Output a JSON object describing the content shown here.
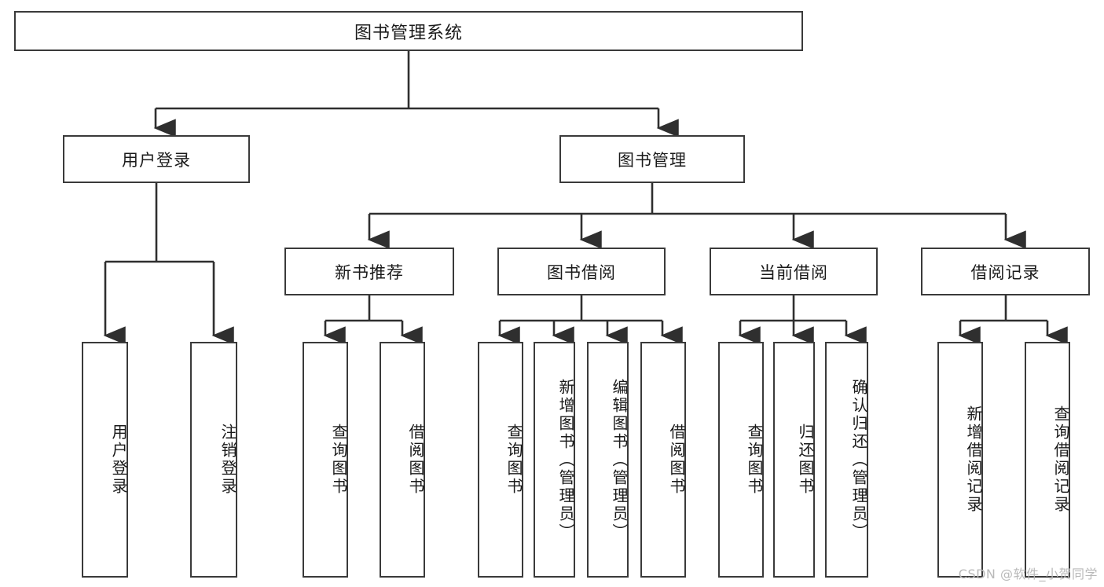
{
  "diagram": {
    "title": "图书管理系统",
    "type": "tree-hierarchy",
    "root": {
      "id": "root",
      "label": "图书管理系统"
    },
    "level2": [
      {
        "id": "user-login",
        "label": "用户登录"
      },
      {
        "id": "book-management",
        "label": "图书管理"
      }
    ],
    "level3": [
      {
        "id": "new-book-recommend",
        "label": "新书推荐",
        "parent": "book-management"
      },
      {
        "id": "book-borrow",
        "label": "图书借阅",
        "parent": "book-management"
      },
      {
        "id": "current-borrow",
        "label": "当前借阅",
        "parent": "book-management"
      },
      {
        "id": "borrow-record",
        "label": "借阅记录",
        "parent": "book-management"
      }
    ],
    "leaves": {
      "user_login": [
        {
          "id": "leaf-user-login",
          "label": "用户登录"
        },
        {
          "id": "leaf-user-logout",
          "label": "注销登录"
        }
      ],
      "new_book_recommend": [
        {
          "id": "leaf-query-book-1",
          "label": "查询图书"
        },
        {
          "id": "leaf-borrow-book-1",
          "label": "借阅图书"
        }
      ],
      "book_borrow": [
        {
          "id": "leaf-query-book-2",
          "label": "查询图书"
        },
        {
          "id": "leaf-add-book",
          "label": "新增图书（管理员）"
        },
        {
          "id": "leaf-edit-book",
          "label": "编辑图书（管理员）"
        },
        {
          "id": "leaf-borrow-book-2",
          "label": "借阅图书"
        }
      ],
      "current_borrow": [
        {
          "id": "leaf-query-book-3",
          "label": "查询图书"
        },
        {
          "id": "leaf-return-book",
          "label": "归还图书"
        },
        {
          "id": "leaf-confirm-return",
          "label": "确认归还（管理员）"
        }
      ],
      "borrow_record": [
        {
          "id": "leaf-add-record",
          "label": "新增借阅记录"
        },
        {
          "id": "leaf-query-record",
          "label": "查询借阅记录"
        }
      ]
    }
  },
  "watermark": {
    "text": "CSDN @软件_小贺同学"
  },
  "colors": {
    "stroke": "#3a3a3a",
    "fill": "#ffffff",
    "text": "#1a1a1a",
    "watermark": "#b9b9b9"
  }
}
